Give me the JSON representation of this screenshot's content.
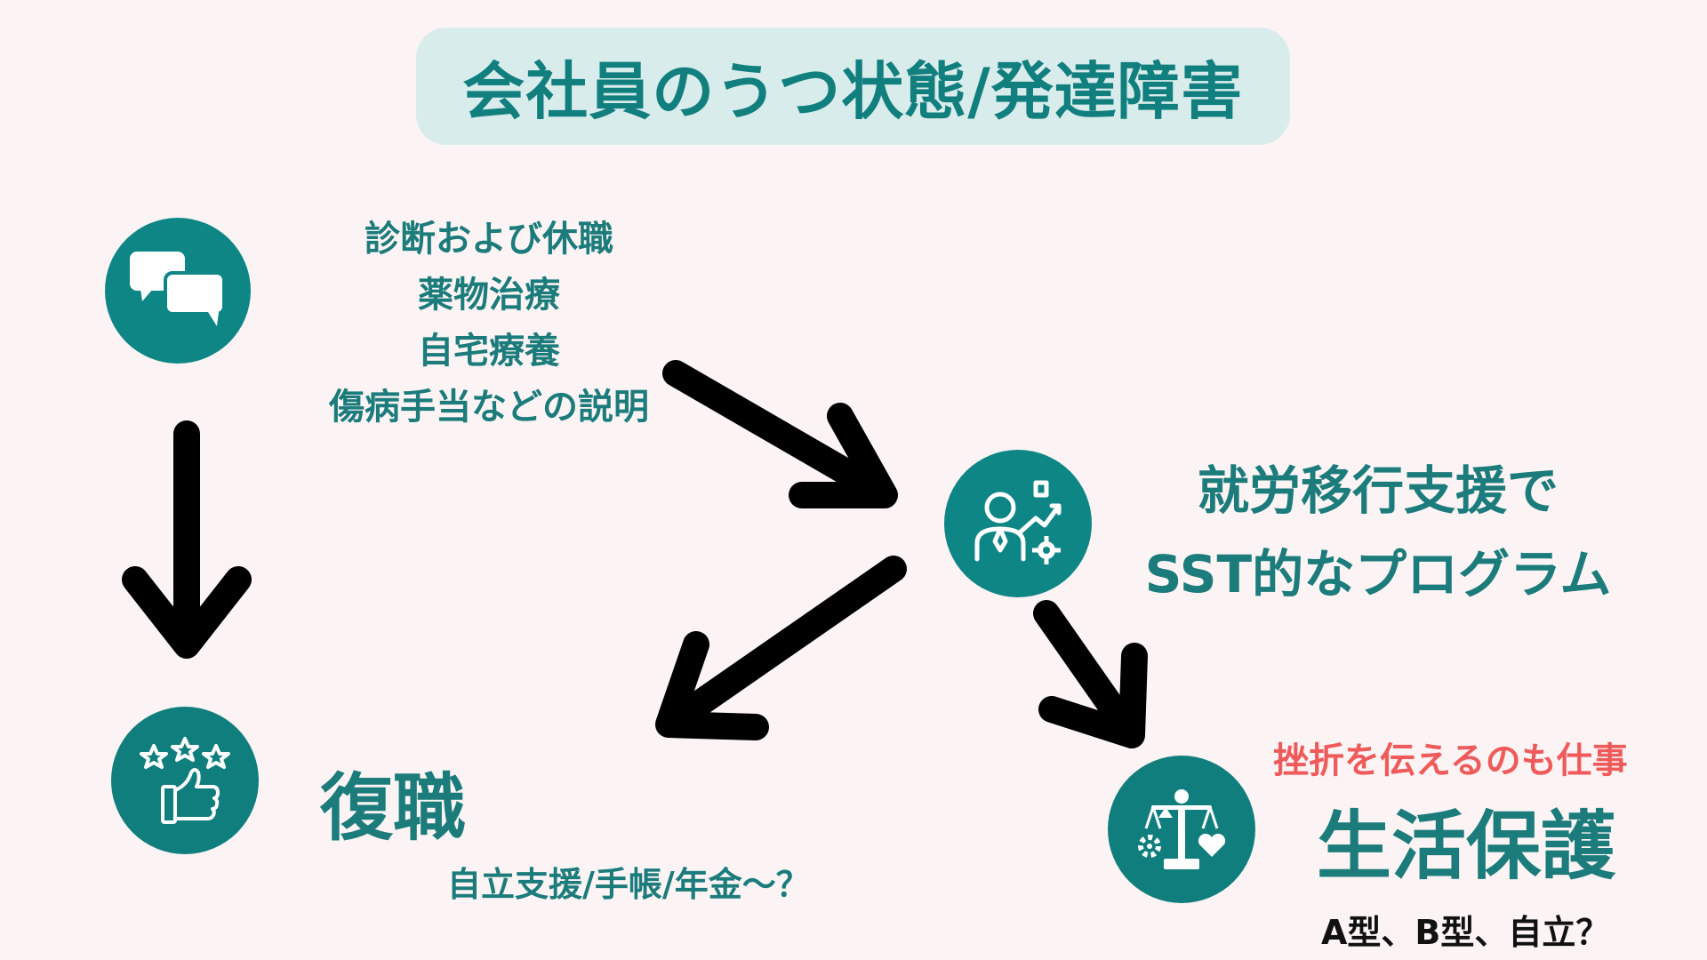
{
  "title": "会社員のうつ状態/発達障害",
  "diagnosis": {
    "items": [
      "診断および休職",
      "薬物治療",
      "自宅療養",
      "傷病手当などの説明"
    ]
  },
  "transition": {
    "line1": "就労移行支援で",
    "line2": "SST的なプログラム"
  },
  "return_to_work": {
    "label": "復職",
    "support": "自立支援/手帳/年金〜？"
  },
  "welfare": {
    "note": "挫折を伝えるのも仕事",
    "label": "生活保護",
    "types": "A型、B型、自立？"
  },
  "colors": {
    "teal": "#137d7d",
    "circle_teal": "#0f8686",
    "title_bg": "#d9ecec",
    "accent_red": "#ef5b5b",
    "background": "#fcf4f4",
    "arrow": "#000000"
  },
  "icons": {
    "diagnosis": "speech-bubbles-icon",
    "transition": "worker-growth-icon",
    "return_to_work": "thumbs-up-stars-icon",
    "welfare": "balance-scale-icon"
  }
}
